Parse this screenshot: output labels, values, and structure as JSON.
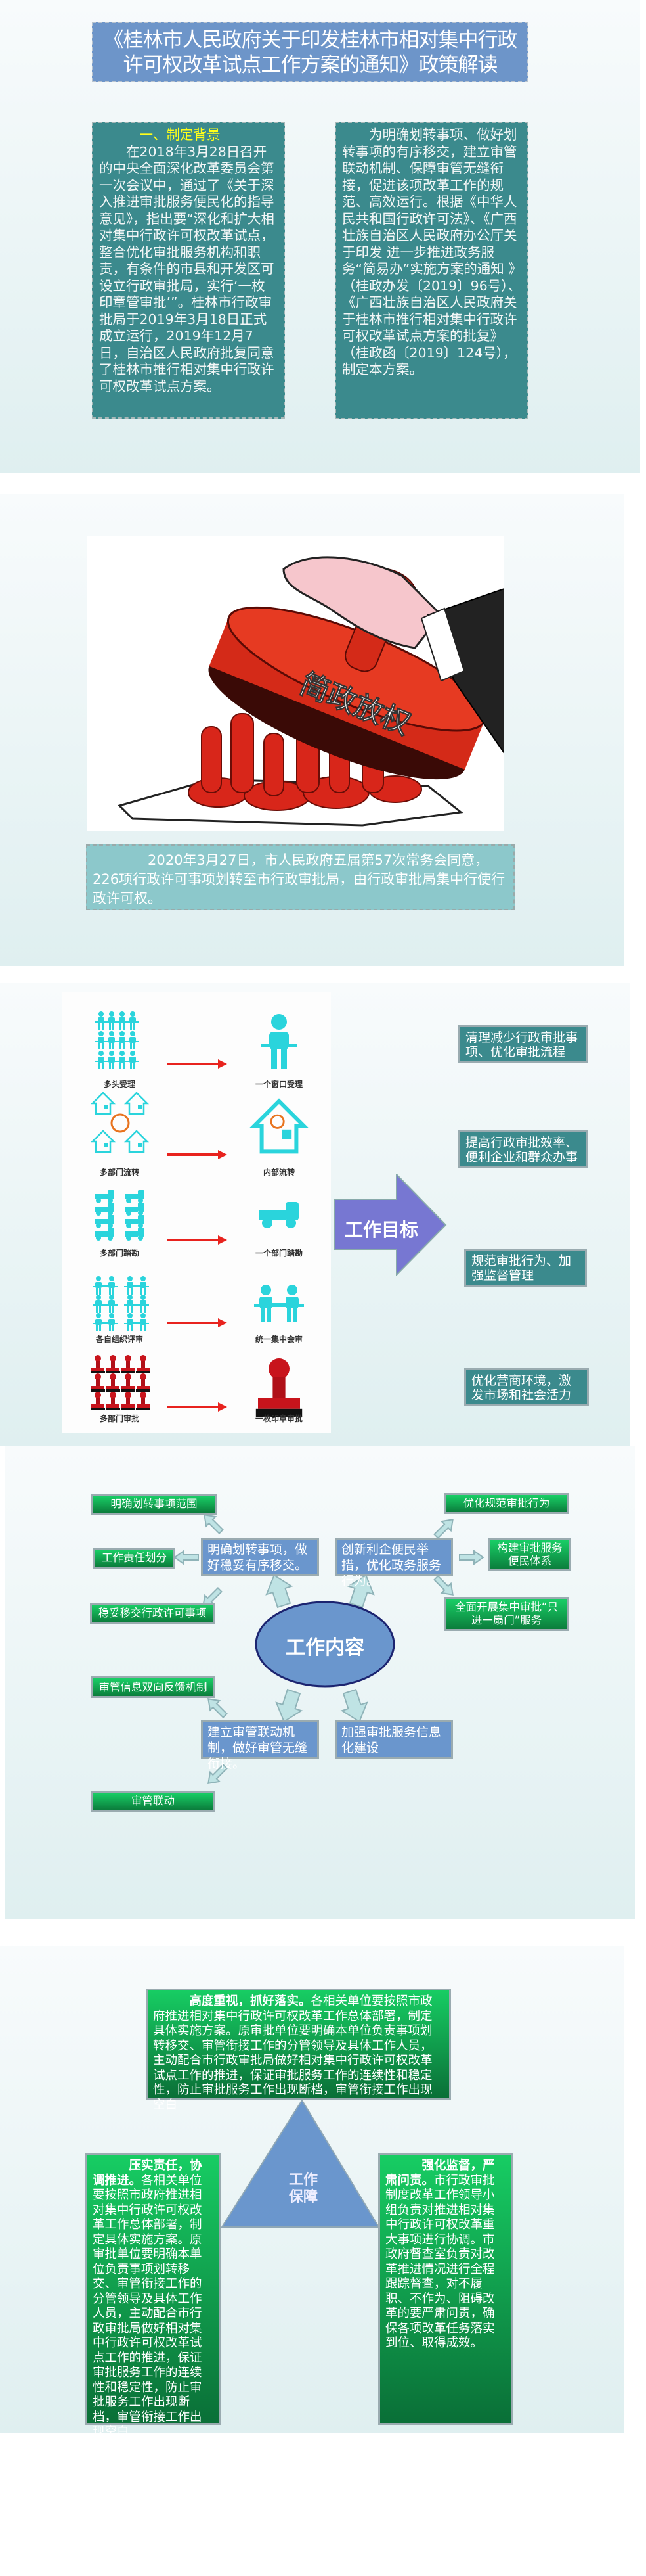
{
  "header": {
    "title": "《桂林市人民政府关于印发桂林市相对集中行政许可权改革试点工作方案的通知》政策解读"
  },
  "background": {
    "heading": "一、制定背景",
    "left_text": "在2018年3月28日召开的中央全面深化改革委员会第一次会议中，通过了《关于深入推进审批服务便民化的指导意见》，指出要“深化和扩大相对集中行政许可权改革试点，整合优化审批服务机构和职责，有条件的市县和开发区可设立行政审批局，实行‘一枚印章管审批’”。桂林市行政审批局于2019年3月18日正式成立运行，2019年12月7日，自治区人民政府批复同意了桂林市推行相对集中行政许可权改革试点方案。",
    "right_text": "为明确划转事项、做好划转事项的有序移交，建立审管联动机制、保障审管无缝衔接，促进该项改革工作的规范、高效运行。根据《中华人民共和国行政许可法》、《广西壮族自治区人民政府办公厅关于印发 进一步推进政务服务“简易办”实施方案的通知 》（桂政办发〔2019〕96号）、《广西壮族自治区人民政府关于桂林市推行相对集中行政许可权改革试点方案的批复》（桂政函〔2019〕124号），制定本方案。"
  },
  "illustration": {
    "stamp_text": "简政放权",
    "caption": "2020年3月27日，市人民政府五届第57次常务会同意，226项行政许可事项划转至市行政审批局，由行政审批局集中行使行政许可权。"
  },
  "goals": {
    "arrow_label": "工作目标",
    "rows": [
      {
        "from": "多头受理",
        "to": "一个窗口受理"
      },
      {
        "from": "多部门流转",
        "to": "内部流转"
      },
      {
        "from": "多部门踏勘",
        "to": "一个部门踏勘"
      },
      {
        "from": "各自组织评审",
        "to": "统一集中会审"
      },
      {
        "from": "多部门审批",
        "to": "一枚印章审批"
      }
    ],
    "items": [
      "清理减少行政审批事项、优化审批流程",
      "提高行政审批效率、便利企业和群众办事",
      "规范审批行为、加强监督管理",
      "优化营商环境，激发市场和社会活力"
    ]
  },
  "content": {
    "center": "工作内容",
    "blue": [
      "明确划转事项，做好稳妥有序移交。",
      "创新利企便民举措，优化政务服务行为。",
      "建立审管联动机制，做好审管无缝衔接。",
      "加强审批服务信息化建设"
    ],
    "green": [
      "明确划转事项范围",
      "工作责任划分",
      "稳妥移交行政许可事项",
      "优化规范审批行为",
      "构建审批服务便民体系",
      "全面开展集中审批“只进一扇门”服务",
      "审管信息双向反馈机制",
      "审管联动"
    ]
  },
  "guarantee": {
    "center": "工作保障",
    "top": {
      "lead": "高度重视，抓好落实。",
      "text": "各相关单位要按照市政府推进相对集中行政许可权改革工作总体部署，制定具体实施方案。原审批单位要明确本单位负责事项划转移交、审管衔接工作的分管领导及具体工作人员，主动配合市行政审批局做好相对集中行政许可权改革试点工作的推进，保证审批服务工作的连续性和稳定性，防止审批服务工作出现断档，审管衔接工作出现空白"
    },
    "left": {
      "lead": "压实责任，协调推进。",
      "text": "各相关单位要按照市政府推进相对集中行政许可权改革工作总体部署，制定具体实施方案。原审批单位要明确本单位负责事项划转移交、审管衔接工作的分管领导及具体工作人员，主动配合市行政审批局做好相对集中行政许可权改革试点工作的推进，保证审批服务工作的连续性和稳定性，防止审批服务工作出现断档，审管衔接工作出现空白"
    },
    "right": {
      "lead": "强化监督，严肃问责。",
      "text": "市行政审批制度改革工作领导小组负责对推进相对集中行政许可权改革重大事项进行协调。市政府督查室负责对改革推进情况进行全程跟踪督查，对不履职、不作为、阻碍改革的要严肃问责，确保各项改革任务落实到位、取得成效。"
    }
  }
}
